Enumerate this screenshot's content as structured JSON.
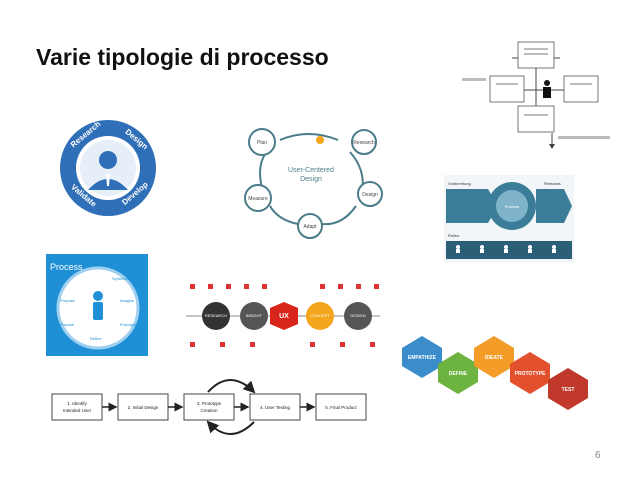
{
  "slide": {
    "title": "Varie tipologie di processo",
    "page_number": "6"
  },
  "wheel": {
    "labels": [
      "Research",
      "Design",
      "Develop",
      "Validate"
    ]
  },
  "ucd": {
    "center": "User-Centered\nDesign",
    "center_line1": "User-Centered",
    "center_line2": "Design",
    "nodes": [
      "Plan",
      "Research",
      "Design",
      "Adapt",
      "Measure"
    ]
  },
  "process_panel": {
    "title": "Process",
    "items": [
      "Synthesize",
      "Propose",
      "Imagine",
      "Prototype",
      "Prepare",
      "Refine"
    ]
  },
  "timeline": {
    "stages": [
      "RESEARCH",
      "INSIGHT",
      "UX",
      "CONCEPT",
      "DESIGN"
    ]
  },
  "hexes": {
    "steps": [
      "EMPATHIZE",
      "DEFINE",
      "IDEATE",
      "PROTOTYPE",
      "TEST"
    ]
  },
  "flow": {
    "steps": [
      "1. Identify\nIntended User",
      "2. Initial Design",
      "3. Prototype\nCreation",
      "4. User Testing",
      "5. Final Product"
    ],
    "s1a": "1. Identify",
    "s1b": "Intended User",
    "s2": "2. Initial Design",
    "s3a": "3. Prototype",
    "s3b": "Creation",
    "s4": "4. User Testing",
    "s5": "5. Final Product"
  },
  "roles_panel": {
    "left_label": "Vorbereitung",
    "center_label": "Prozess",
    "right_label": "Releases",
    "roles_label": "Rollen"
  },
  "colors": {
    "wheel_blue": "#2f6fb7",
    "ucd_teal": "#4a7d88",
    "ucd_dot": "#f3a51c",
    "hex_blue": "#3a8ccb",
    "hex_green": "#6db33f",
    "hex_orange": "#f39c27",
    "hex_red": "#e2502d",
    "hex_darkred": "#c0392b"
  }
}
